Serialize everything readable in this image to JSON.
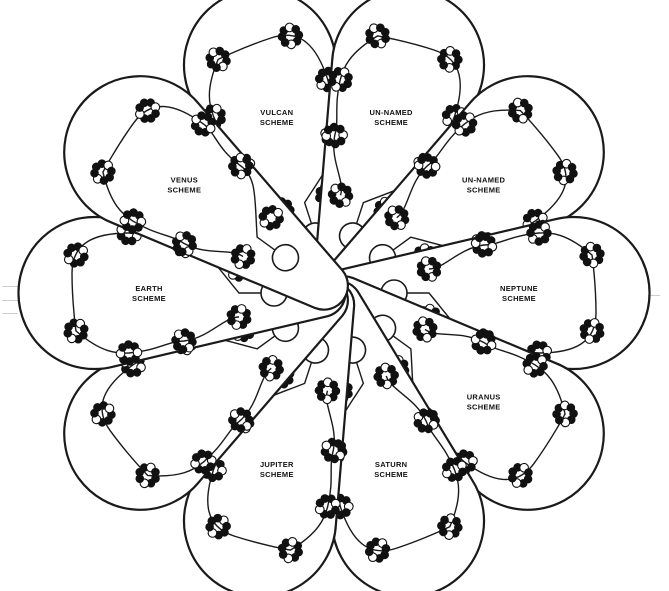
{
  "schemes": [
    {
      "id": "vulcan",
      "line1": "VULCAN",
      "line2": "SCHEME"
    },
    {
      "id": "unnamed-1",
      "line1": "UN-NAMED",
      "line2": "SCHEME"
    },
    {
      "id": "unnamed-2",
      "line1": "UN-NAMED",
      "line2": "SCHEME"
    },
    {
      "id": "neptune",
      "line1": "NEPTUNE",
      "line2": "SCHEME"
    },
    {
      "id": "uranus",
      "line1": "URANUS",
      "line2": "SCHEME"
    },
    {
      "id": "saturn",
      "line1": "SATURN",
      "line2": "SCHEME"
    },
    {
      "id": "jupiter",
      "line1": "JUPITER",
      "line2": "SCHEME"
    },
    {
      "id": "unlabeled",
      "line1": "",
      "line2": ""
    },
    {
      "id": "earth",
      "line1": "EARTH",
      "line2": "SCHEME"
    },
    {
      "id": "venus",
      "line1": "VENUS",
      "line2": "SCHEME"
    }
  ],
  "colors": {
    "ink": "#111111",
    "paper": "#ffffff"
  }
}
